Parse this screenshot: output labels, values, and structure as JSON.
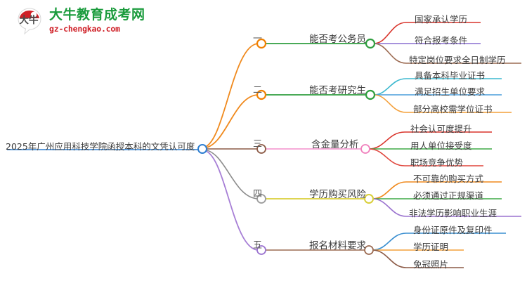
{
  "logo": {
    "title": "大牛教育成考网",
    "domain": "gz-chengkao.com",
    "mark_text": "大牛",
    "brand_green": "#1a9b3c",
    "brand_red": "#cf2027"
  },
  "mindmap": {
    "root": {
      "label": "2025年广州应用科技学院函授本科的文凭认可度",
      "node_color": "#2f7fd1",
      "underline_color": "#2f7fd1"
    },
    "branches": [
      {
        "index": "一",
        "topic": "能否考公务员",
        "index_node_color": "#f08000",
        "topic_node_color": "#2f9e3f",
        "connector_color": "#f08a1e",
        "topic_line_color": "#2f9e3f",
        "leaves": [
          {
            "label": "国家承认学历",
            "color": "#d9342b"
          },
          {
            "label": "符合报考条件",
            "color": "#8a6fd1"
          },
          {
            "label": "特定岗位要求全日制学历",
            "color": "#9c6b52"
          }
        ]
      },
      {
        "index": "二",
        "topic": "能否考研究生",
        "index_node_color": "#f08000",
        "topic_node_color": "#2f9e3f",
        "connector_color": "#f08a1e",
        "topic_line_color": "#2f9e3f",
        "leaves": [
          {
            "label": "具备本科毕业证书",
            "color": "#3bb8cf"
          },
          {
            "label": "满足招生单位要求",
            "color": "#4a9edb"
          },
          {
            "label": "部分高校需学位证书",
            "color": "#f4a03a"
          }
        ]
      },
      {
        "index": "三",
        "topic": "含金量分析",
        "index_node_color": "#8c5a46",
        "topic_node_color": "#f07fbc",
        "connector_color": "#8c5a46",
        "topic_line_color": "#f48fcb",
        "leaves": [
          {
            "label": "社会认可度提升",
            "color": "#d9342b"
          },
          {
            "label": "用人单位接受度",
            "color": "#3faa47"
          },
          {
            "label": "职场竞争优势",
            "color": "#e0453c"
          }
        ]
      },
      {
        "index": "四",
        "topic": "学历购买风险",
        "index_node_color": "#9a9a9a",
        "topic_node_color": "#d9cf3a",
        "connector_color": "#8c8c8c",
        "topic_line_color": "#d9cf3a",
        "leaves": [
          {
            "label": "不可靠的购买方式",
            "color": "#f08a1e"
          },
          {
            "label": "必须通过正规渠道",
            "color": "#3faa47"
          },
          {
            "label": "非法学历影响职业生涯",
            "color": "#9a72cf"
          }
        ]
      },
      {
        "index": "五",
        "topic": "报名材料要求",
        "index_node_color": "#9a72cf",
        "topic_node_color": "#9c6b52",
        "connector_color": "#a77fd6",
        "topic_line_color": "#9c6b52",
        "leaves": [
          {
            "label": "身份证原件及复印件",
            "color": "#3a8fd1"
          },
          {
            "label": "学历证明",
            "color": "#f4a03a"
          },
          {
            "label": "免冠照片",
            "color": "#8c5a46"
          }
        ]
      }
    ]
  }
}
